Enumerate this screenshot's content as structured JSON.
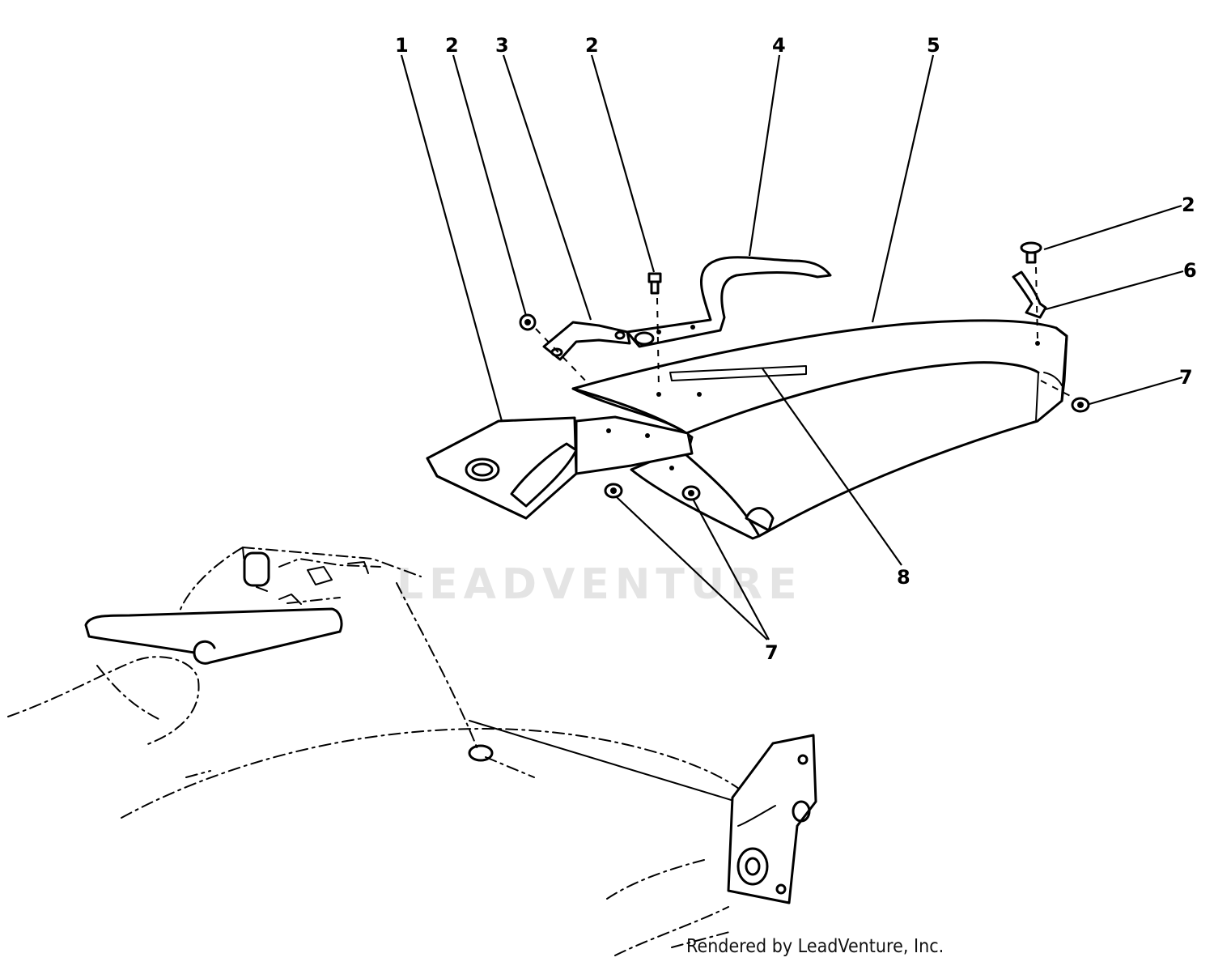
{
  "watermark": "LEADVENTURE",
  "credit": "Rendered by LeadVenture, Inc.",
  "callouts": [
    {
      "id": "c1",
      "label": "1"
    },
    {
      "id": "c2a",
      "label": "2"
    },
    {
      "id": "c3",
      "label": "3"
    },
    {
      "id": "c2b",
      "label": "2"
    },
    {
      "id": "c4",
      "label": "4"
    },
    {
      "id": "c5",
      "label": "5"
    },
    {
      "id": "c2c",
      "label": "2"
    },
    {
      "id": "c6",
      "label": "6"
    },
    {
      "id": "c7a",
      "label": "7"
    },
    {
      "id": "c8",
      "label": "8"
    },
    {
      "id": "c7b",
      "label": "7"
    }
  ]
}
